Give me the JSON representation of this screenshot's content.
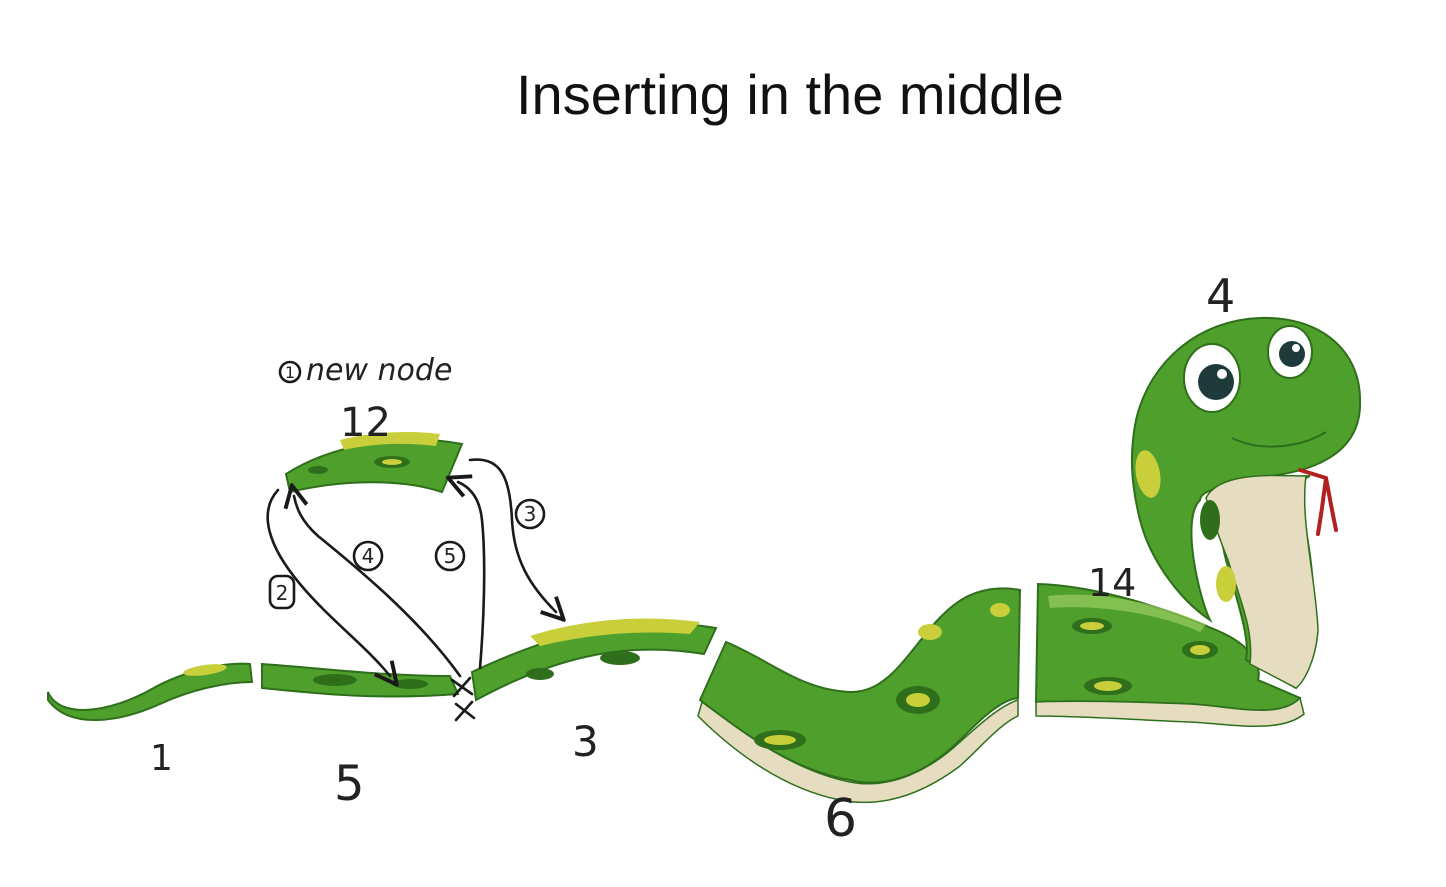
{
  "title": "Inserting in the middle",
  "annotations": {
    "new_node_note": "new node",
    "new_node_step": "1",
    "steps": [
      "2",
      "3",
      "4",
      "5"
    ]
  },
  "segments": [
    {
      "label": "1"
    },
    {
      "label": "5"
    },
    {
      "label": "3"
    },
    {
      "label": "6"
    },
    {
      "label": "14"
    },
    {
      "label": "4"
    },
    {
      "label": "12"
    }
  ],
  "colors": {
    "body_green": "#4f9f2c",
    "body_dark": "#2f6f1c",
    "belly": "#e6dcc0",
    "spot_yellow": "#c9cf3a",
    "tongue": "#b32020"
  }
}
